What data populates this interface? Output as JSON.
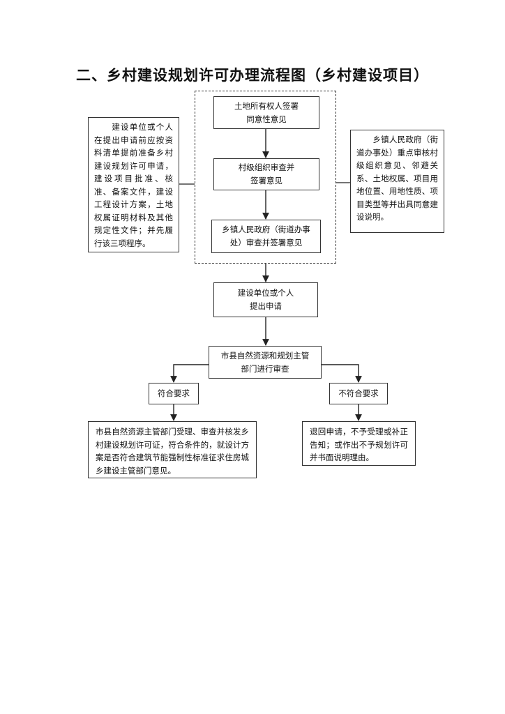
{
  "title": "二、乡村建设规划许可办理流程图（乡村建设项目）",
  "nodes": {
    "owner_sign": "土地所有权人签署\n同意性意见",
    "village_review": "村级组织审查并\n签署意见",
    "town_review": "乡镇人民政府（街道办事\n处）审查并签署意见",
    "apply": "建设单位或个人\n提出申请",
    "county_review": "市县自然资源和规划主管\n部门进行审查",
    "meets": "符合要求",
    "not_meets": "不符合要求",
    "approve": "市县自然资源主管部门受理、审查并核发乡村建设规划许可证，符合条件的，就设计方案是否符合建筑节能强制性标准征求住房城乡建设主管部门意见。",
    "reject": "退回申请，不予受理或补正告知；或作出不予规划许可并书面说明理由。"
  },
  "notes": {
    "left": "　　建设单位或个人在提出申请前应按资料清单提前准备乡村建设规划许可申请，建设项目批准、核准、备案文件，建设工程设计方案，土地权属证明材料及其他规定性文件；并先履行该三项程序。",
    "right": "　　乡镇人民政府（街道办事处）重点审核村级组织意见、邻避关系、土地权属、项目用地位置、用地性质、项目类型等并出具同意建设说明。"
  }
}
